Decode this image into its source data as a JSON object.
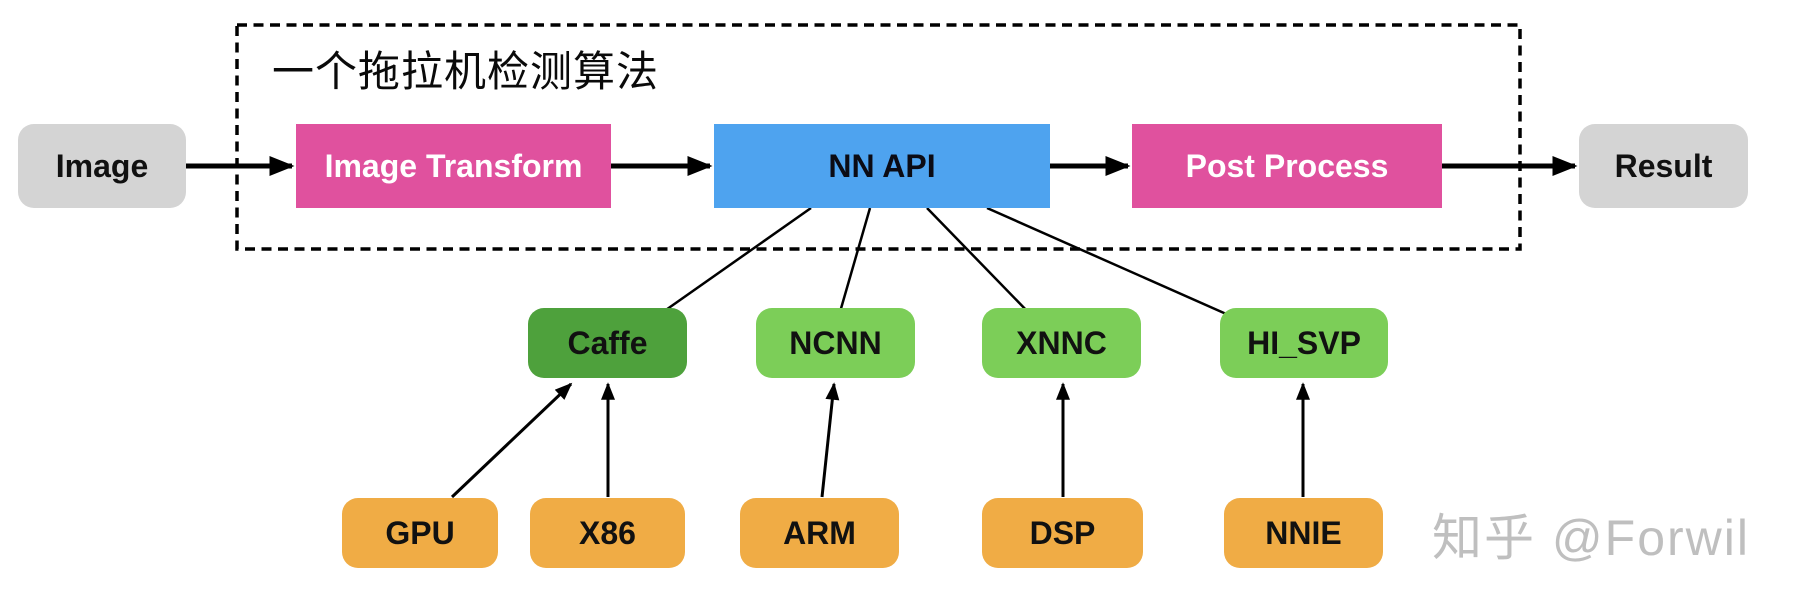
{
  "diagram": {
    "title": "一个拖拉机检测算法",
    "pipeline": [
      {
        "label": "Image"
      },
      {
        "label": "Image Transform"
      },
      {
        "label": "NN API"
      },
      {
        "label": "Post Process"
      },
      {
        "label": "Result"
      }
    ],
    "frameworks": [
      {
        "label": "Caffe"
      },
      {
        "label": "NCNN"
      },
      {
        "label": "XNNC"
      },
      {
        "label": "HI_SVP"
      }
    ],
    "hardware": [
      {
        "label": "GPU"
      },
      {
        "label": "X86"
      },
      {
        "label": "ARM"
      },
      {
        "label": "DSP"
      },
      {
        "label": "NNIE"
      }
    ],
    "connections": {
      "pipeline_flow": [
        "Image → Image Transform",
        "Image Transform → NN API",
        "NN API → Post Process",
        "Post Process → Result"
      ],
      "nn_api_backends": [
        "NN API → Caffe",
        "NN API → NCNN",
        "NN API → XNNC",
        "NN API → HI_SVP"
      ],
      "hardware_to_framework": [
        "GPU → Caffe",
        "X86 → Caffe",
        "ARM → NCNN",
        "DSP → XNNC",
        "NNIE → HI_SVP"
      ]
    },
    "colors": {
      "terminal_gray": "#D4D4D4",
      "process_pink": "#E0519E",
      "api_blue": "#4EA3EF",
      "framework_green_dark": "#4EA13C",
      "framework_green_light": "#7CCE58",
      "hardware_orange": "#F0AC45",
      "line_black": "#000000"
    }
  },
  "watermark": {
    "text": "知乎 @Forwil"
  }
}
